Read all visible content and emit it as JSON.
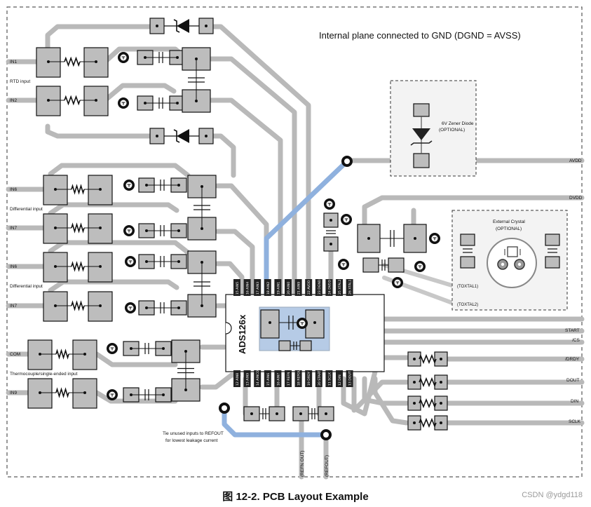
{
  "plane_note": "Internal plane connected to GND (DGND = AVSS)",
  "inputs": {
    "in1": "IN1",
    "rtd": "RTD input",
    "in2": "IN2",
    "in6a": "IN6",
    "diff1": "Differential input",
    "in7a": "IN7",
    "in6b": "IN6",
    "diff2": "Differential input",
    "in7b": "IN7",
    "com": "COM",
    "thermo": "Thermocouple/single-ended input",
    "in9": "IN9"
  },
  "chip": {
    "name": "ADS126x",
    "top_pins": [
      "15 AIN5",
      "16 AIN4",
      "17 AIN3",
      "18 AIN2",
      "19 AIN1",
      "20 AIN0",
      "21 AIN9",
      "22 AVDD",
      "23 DGND",
      "24 DVDD",
      "25 XTAL2",
      "26 XTAL1"
    ],
    "bottom_pins": [
      "12 AIN8",
      "13 AIN9",
      "14 AINCOM",
      "15 AIN6",
      "16 AIN7",
      "17 REFN",
      "18 REFOUT",
      "19 DRDY",
      "20 START",
      "11 SCLK",
      "12 DIN",
      "13 DOUT"
    ]
  },
  "zener": {
    "label": "6V Zener Diode",
    "sub": "(OPTIONAL)"
  },
  "crystal": {
    "label": "External Crystal",
    "sub": "(OPTIONAL)",
    "x1": "(TOXTAL1)",
    "x2": "(TOXTAL2)"
  },
  "rails": {
    "avdd": "AVDD",
    "dvdd": "DVDD"
  },
  "signals": {
    "start": "START",
    "cs": "/CS",
    "drdy": "/DRDY",
    "dout": "DOUT",
    "din": "DIN",
    "sclk": "SCLK"
  },
  "tie_note": [
    "Tie unused inputs to REFOUT",
    "for lowest leakage current"
  ],
  "bottom_nets": {
    "refn": "(REFN OUT)",
    "refout": "(REFOUT)"
  },
  "caption": "图 12-2. PCB Layout Example",
  "watermark": "CSDN @ydgd118"
}
